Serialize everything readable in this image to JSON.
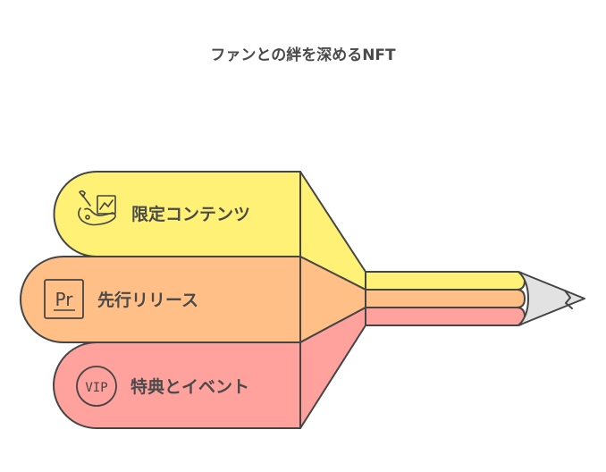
{
  "title": "ファンとの絆を深めるNFT",
  "items": [
    {
      "label": "限定コンテンツ",
      "icon": "artwork-icon",
      "color": "#FFF176",
      "color_dark": "#F5E463"
    },
    {
      "label": "先行リリース",
      "icon": "premiere-pro-icon",
      "icon_text": "Pr",
      "color": "#FFBF86",
      "color_dark": "#F2B37A"
    },
    {
      "label": "特典とイベント",
      "icon": "vip-badge-icon",
      "icon_text": "VIP",
      "color": "#FFA19C",
      "color_dark": "#F29691"
    }
  ],
  "pencil": {
    "tip_color": "#E2E2E2",
    "stroke_color": "#454545"
  }
}
